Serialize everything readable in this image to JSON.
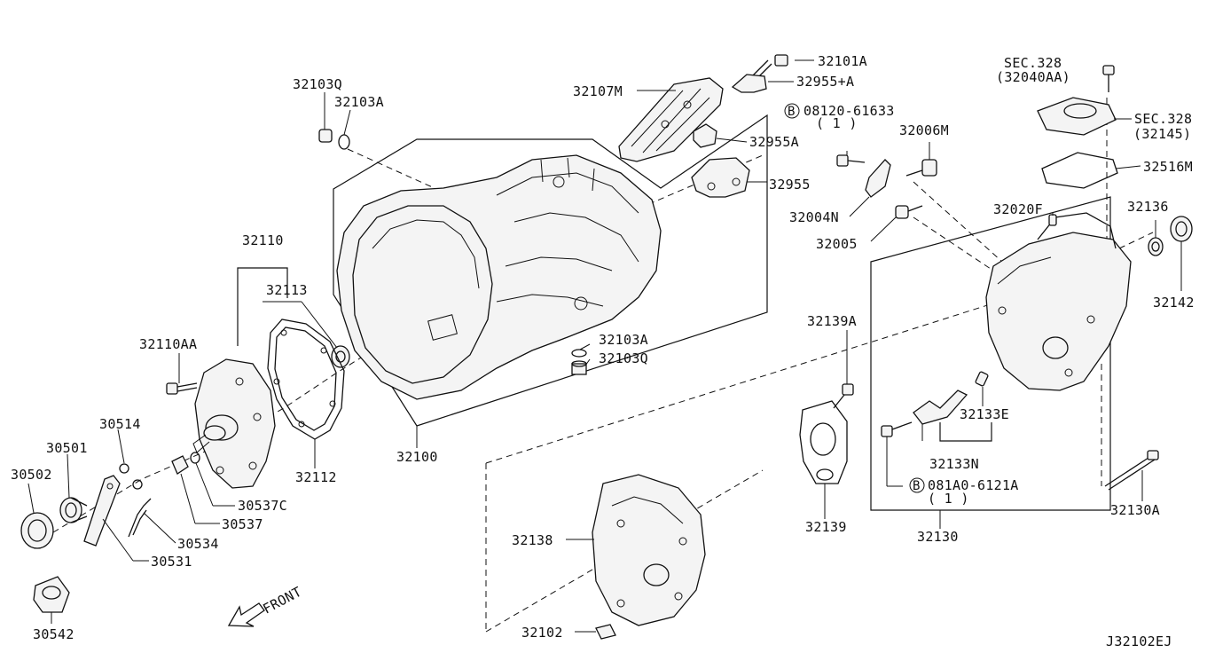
{
  "diagram_code": "J32102EJ",
  "front_label": "FRONT",
  "circle_b": "B",
  "labels": {
    "p32103Q_top": "32103Q",
    "p32103A_top": "32103A",
    "p32107M": "32107M",
    "p32101A": "32101A",
    "p32955_A": "32955+A",
    "p32955A": "32955A",
    "p32955": "32955",
    "bolt_08120": "08120-61633",
    "bolt_08120_qty": "( 1 )",
    "p32006M": "32006M",
    "p32004N": "32004N",
    "p32005": "32005",
    "sec328_a": "SEC.328",
    "sec328_a_sub": "(32040AA)",
    "sec328_b": "SEC.328",
    "sec328_b_sub": "(32145)",
    "p32516M": "32516M",
    "p32020F": "32020F",
    "p32136": "32136",
    "p32142": "32142",
    "p32110": "32110",
    "p32113": "32113",
    "p32110AA": "32110AA",
    "p32103A_low": "32103A",
    "p32103Q_low": "32103Q",
    "p32139A": "32139A",
    "p32133E": "32133E",
    "p32133N": "32133N",
    "bolt_081A0": "081A0-6121A",
    "bolt_081A0_qty": "( 1 )",
    "p30514": "30514",
    "p30501": "30501",
    "p30502": "30502",
    "p30537C": "30537C",
    "p30537": "30537",
    "p30534": "30534",
    "p30531": "30531",
    "p32112": "32112",
    "p32100": "32100",
    "p32139": "32139",
    "p32130": "32130",
    "p32130A": "32130A",
    "p32138": "32138",
    "p32102": "32102",
    "p30542": "30542"
  }
}
